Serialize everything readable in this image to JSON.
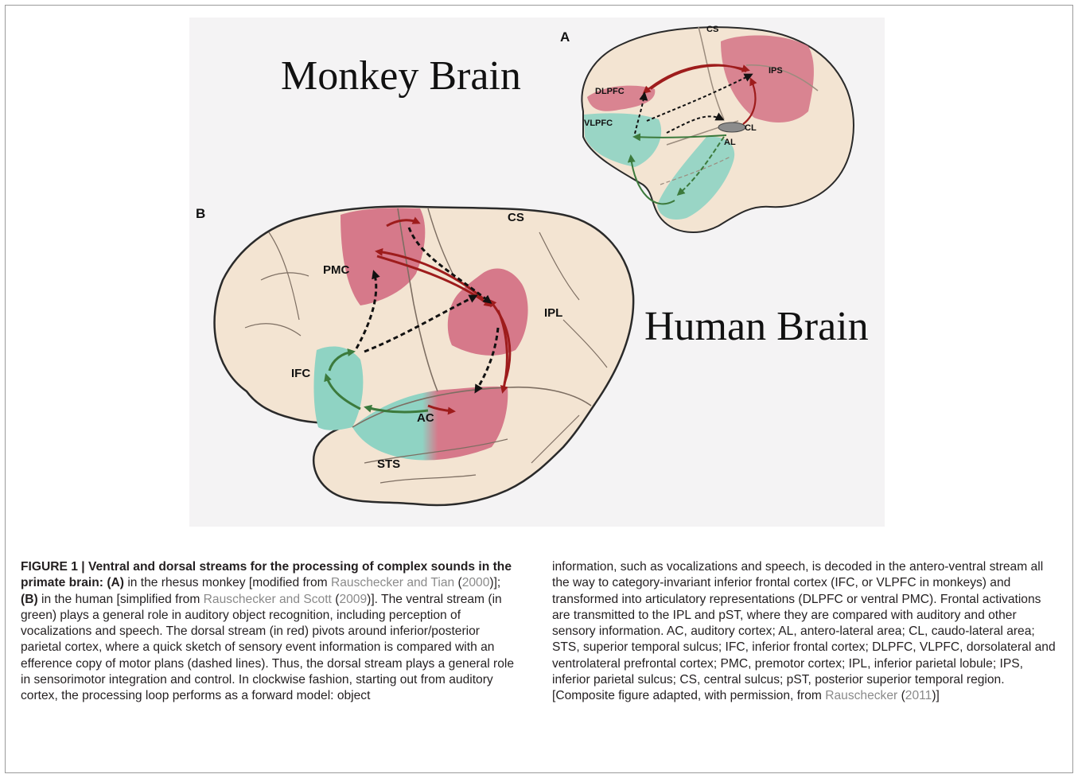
{
  "figure": {
    "panel_a_letter": "A",
    "panel_b_letter": "B",
    "monkey_title": "Monkey Brain",
    "human_title": "Human Brain",
    "monkey_labels": {
      "cs": "CS",
      "ips": "IPS",
      "dlpfc": "DLPFC",
      "vlpfc": "VLPFC",
      "cl": "CL",
      "al": "AL"
    },
    "human_labels": {
      "cs": "CS",
      "pmc": "PMC",
      "ipl": "IPL",
      "ifc": "IFC",
      "ac": "AC",
      "sts": "STS"
    },
    "colors": {
      "dorsal_region": "#d6798a",
      "ventral_region": "#8fd3c3",
      "brain_fill": "#f3e4d2",
      "dorsal_arrow": "#9e1c1c",
      "ventral_arrow": "#3c7a3c",
      "dashed_arrow": "#111111"
    }
  },
  "caption": {
    "heading": "FIGURE 1 | Ventral and dorsal streams for the processing of complex sounds in the primate brain:",
    "a_marker": "(A)",
    "a_text": " in the rhesus monkey [modified from ",
    "ref1": "Rauschecker and Tian",
    "ref1_open": " (",
    "ref1_year": "2000",
    "ref1_close": ")]; ",
    "b_marker": "(B)",
    "b_text": " in the human [simplified from ",
    "ref2": "Rauschecker and Scott",
    "ref2_open": " (",
    "ref2_year": "2009",
    "left_body": ")]. The ventral stream (in green) plays a general role in auditory object recognition, including perception of vocalizations and speech. The dorsal stream (in red) pivots around inferior/posterior parietal cortex, where a quick sketch of sensory event information is compared with an efference copy of motor plans (dashed lines). Thus, the dorsal stream plays a general role in sensorimotor integration and control. In clockwise fashion, starting out from auditory cortex, the processing loop performs as a forward model: object",
    "right_body": "information, such as vocalizations and speech, is decoded in the antero-ventral stream all the way to category-invariant inferior frontal cortex (IFC, or VLPFC in monkeys) and transformed into articulatory representations (DLPFC or ventral PMC). Frontal activations are transmitted to the IPL and pST, where they are compared with auditory and other sensory information. AC, auditory cortex; AL, antero-lateral area; CL, caudo-lateral area; STS, superior temporal sulcus; IFC, inferior frontal cortex; DLPFC, VLPFC, dorsolateral and ventrolateral prefrontal cortex; PMC, premotor cortex; IPL, inferior parietal lobule; IPS, inferior parietal sulcus; CS, central sulcus; pST, posterior superior temporal region. [Composite figure adapted, with permission, from ",
    "ref3": "Rauschecker",
    "ref3_open": " (",
    "ref3_year": "2011",
    "ref3_close": ")]"
  }
}
